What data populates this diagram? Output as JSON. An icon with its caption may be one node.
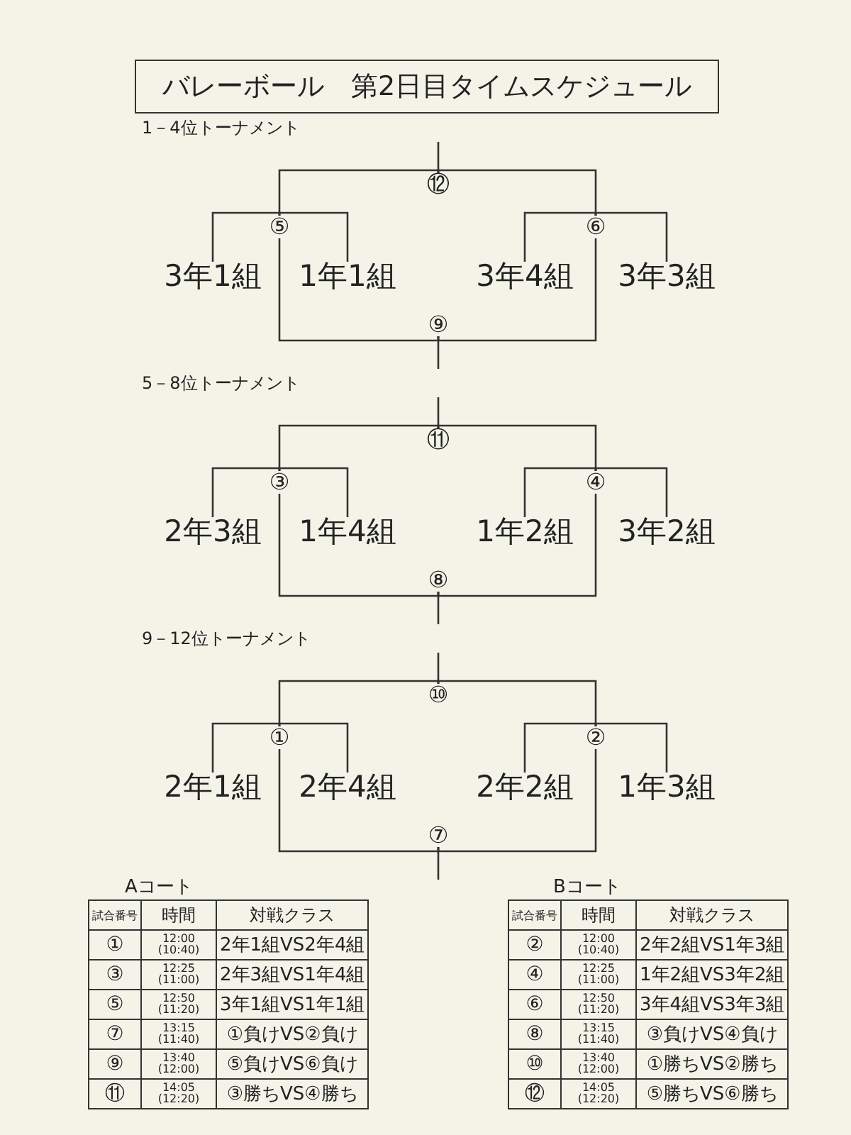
{
  "diagram": {
    "title": "バレーボール　第2日目タイムスケジュール",
    "nodes": [
      {
        "text": [
          "⑫"
        ]
      },
      {
        "text": [
          "⑤"
        ]
      },
      {
        "text": [
          "⑥"
        ]
      },
      {
        "text": [
          "3年1組"
        ]
      },
      {
        "text": [
          "1年1組"
        ]
      },
      {
        "text": [
          "3年4組"
        ]
      },
      {
        "text": [
          "3年3組"
        ]
      },
      {
        "text": [
          "⑨"
        ]
      },
      {
        "text": [
          "⑪"
        ]
      },
      {
        "text": [
          "③"
        ]
      },
      {
        "text": [
          "④"
        ]
      },
      {
        "text": [
          "2年3組"
        ]
      },
      {
        "text": [
          "1年4組"
        ]
      },
      {
        "text": [
          "1年2組"
        ]
      },
      {
        "text": [
          "3年2組"
        ]
      },
      {
        "text": [
          "⑧"
        ]
      },
      {
        "text": [
          "⑩"
        ]
      },
      {
        "text": [
          "①"
        ]
      },
      {
        "text": [
          "②"
        ]
      },
      {
        "text": [
          "2年1組"
        ]
      },
      {
        "text": [
          "2年4組"
        ]
      },
      {
        "text": [
          "2年2組"
        ]
      },
      {
        "text": [
          "1年3組"
        ]
      },
      {
        "text": [
          "⑦"
        ]
      }
    ],
    "edges": [
      {
        "from": 3,
        "to": 1,
        "arrow": "none"
      },
      {
        "from": 4,
        "to": 1,
        "arrow": "none"
      },
      {
        "from": 5,
        "to": 2,
        "arrow": "none"
      },
      {
        "from": 6,
        "to": 2,
        "arrow": "none"
      },
      {
        "from": 1,
        "to": 0,
        "arrow": "none"
      },
      {
        "from": 2,
        "to": 0,
        "arrow": "none"
      },
      {
        "from": 1,
        "to": 7,
        "arrow": "none"
      },
      {
        "from": 2,
        "to": 7,
        "arrow": "none"
      },
      {
        "from": 0,
        "to": null,
        "arrow": "none"
      },
      {
        "from": 7,
        "to": null,
        "arrow": "none"
      },
      {
        "from": 11,
        "to": 9,
        "arrow": "none"
      },
      {
        "from": 12,
        "to": 9,
        "arrow": "none"
      },
      {
        "from": 13,
        "to": 10,
        "arrow": "none"
      },
      {
        "from": 14,
        "to": 10,
        "arrow": "none"
      },
      {
        "from": 9,
        "to": 8,
        "arrow": "none"
      },
      {
        "from": 10,
        "to": 8,
        "arrow": "none"
      },
      {
        "from": 9,
        "to": 15,
        "arrow": "none"
      },
      {
        "from": 10,
        "to": 15,
        "arrow": "none"
      },
      {
        "from": 8,
        "to": null,
        "arrow": "none"
      },
      {
        "from": 15,
        "to": null,
        "arrow": "none"
      },
      {
        "from": 19,
        "to": 17,
        "arrow": "none"
      },
      {
        "from": 20,
        "to": 17,
        "arrow": "none"
      },
      {
        "from": 21,
        "to": 18,
        "arrow": "none"
      },
      {
        "from": 22,
        "to": 18,
        "arrow": "none"
      },
      {
        "from": 17,
        "to": 16,
        "arrow": "none"
      },
      {
        "from": 18,
        "to": 16,
        "arrow": "none"
      },
      {
        "from": 17,
        "to": 23,
        "arrow": "none"
      },
      {
        "from": 18,
        "to": 23,
        "arrow": "none"
      },
      {
        "from": 16,
        "to": null,
        "arrow": "none"
      },
      {
        "from": 23,
        "to": null,
        "arrow": "none"
      }
    ],
    "labels": [
      "1－4位トーナメント",
      "5－8位トーナメント",
      "9－12位トーナメント",
      "Aコート",
      "試合番号",
      "時間",
      "対戦クラス",
      "①",
      "12:00 (10:40)",
      "2年1組VS2年4組",
      "③",
      "12:25 (11:00)",
      "2年3組VS1年4組",
      "⑤",
      "12:50 (11:20)",
      "3年1組VS1年1組",
      "⑦",
      "13:15 (11:40)",
      "①負けVS②負け",
      "⑨",
      "13:40 (12:00)",
      "⑤負けVS⑥負け",
      "⑪",
      "14:05 (12:20)",
      "③勝ちVS④勝ち",
      "Bコート",
      "試合番号",
      "時間",
      "対戦クラス",
      "②",
      "12:00 (10:40)",
      "2年2組VS1年3組",
      "④",
      "12:25 (11:00)",
      "1年2組VS3年2組",
      "⑥",
      "12:50 (11:20)",
      "3年4組VS3年3組",
      "⑧",
      "13:15 (11:40)",
      "③負けVS④負け",
      "⑩",
      "13:40 (12:00)",
      "①勝ちVS②勝ち",
      "⑫",
      "14:05 (12:20)",
      "⑤勝ちVS⑥勝ち"
    ]
  }
}
